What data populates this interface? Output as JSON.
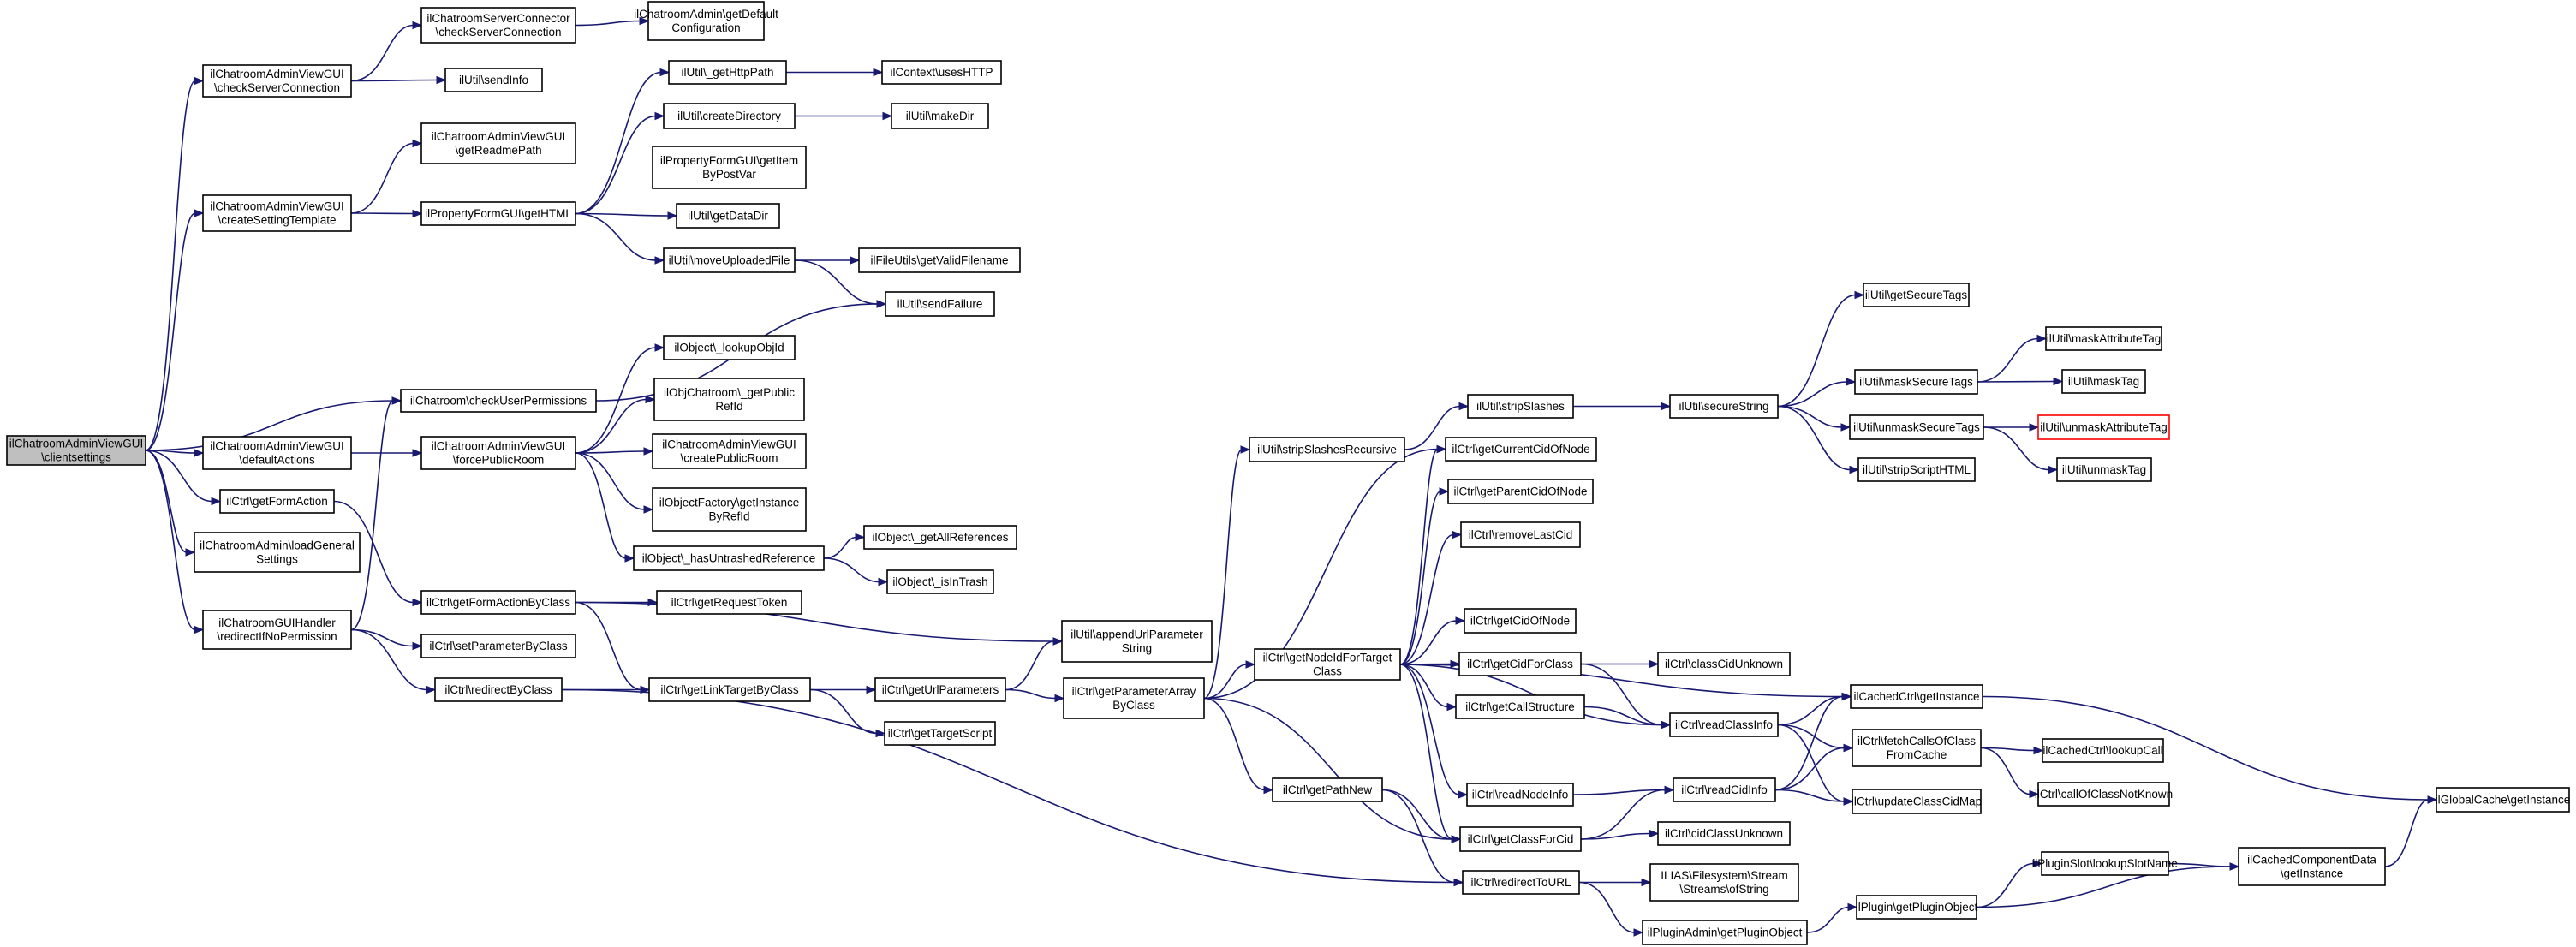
{
  "diagram": {
    "nodes": [
      {
        "id": "root",
        "lines": [
          "ilChatroomAdminViewGUI",
          "\\clientsettings"
        ],
        "style": "root"
      },
      {
        "id": "n_checkServerConnection",
        "lines": [
          "ilChatroomAdminViewGUI",
          "\\checkServerConnection"
        ]
      },
      {
        "id": "n_serverConnector",
        "lines": [
          "ilChatroomServerConnector",
          "\\checkServerConnection"
        ]
      },
      {
        "id": "n_getDefaultConfiguration",
        "lines": [
          "ilChatroomAdmin\\getDefault",
          "Configuration"
        ]
      },
      {
        "id": "n_sendInfo",
        "lines": [
          "ilUtil\\sendInfo"
        ]
      },
      {
        "id": "n_getHttpPath",
        "lines": [
          "ilUtil\\_getHttpPath"
        ]
      },
      {
        "id": "n_usesHTTP",
        "lines": [
          "ilContext\\usesHTTP"
        ]
      },
      {
        "id": "n_getReadmePath",
        "lines": [
          "ilChatroomAdminViewGUI",
          "\\getReadmePath"
        ]
      },
      {
        "id": "n_createDirectory",
        "lines": [
          "ilUtil\\createDirectory"
        ]
      },
      {
        "id": "n_makeDir",
        "lines": [
          "ilUtil\\makeDir"
        ]
      },
      {
        "id": "n_getItemByPostVar",
        "lines": [
          "ilPropertyFormGUI\\getItem",
          "ByPostVar"
        ]
      },
      {
        "id": "n_createSettingTemplate",
        "lines": [
          "ilChatroomAdminViewGUI",
          "\\createSettingTemplate"
        ]
      },
      {
        "id": "n_getHTML",
        "lines": [
          "ilPropertyFormGUI\\getHTML"
        ]
      },
      {
        "id": "n_getDataDir",
        "lines": [
          "ilUtil\\getDataDir"
        ]
      },
      {
        "id": "n_moveUploadedFile",
        "lines": [
          "ilUtil\\moveUploadedFile"
        ]
      },
      {
        "id": "n_getValidFilename",
        "lines": [
          "ilFileUtils\\getValidFilename"
        ]
      },
      {
        "id": "n_sendFailure",
        "lines": [
          "ilUtil\\sendFailure"
        ]
      },
      {
        "id": "n_lookupObjId",
        "lines": [
          "ilObject\\_lookupObjId"
        ]
      },
      {
        "id": "n_checkUserPermissions",
        "lines": [
          "ilChatroom\\checkUserPermissions"
        ]
      },
      {
        "id": "n_getPublicRefId",
        "lines": [
          "ilObjChatroom\\_getPublic",
          "RefId"
        ]
      },
      {
        "id": "n_defaultActions",
        "lines": [
          "ilChatroomAdminViewGUI",
          "\\defaultActions"
        ]
      },
      {
        "id": "n_forcePublicRoom",
        "lines": [
          "ilChatroomAdminViewGUI",
          "\\forcePublicRoom"
        ]
      },
      {
        "id": "n_createPublicRoom",
        "lines": [
          "ilChatroomAdminViewGUI",
          "\\createPublicRoom"
        ]
      },
      {
        "id": "n_getFormAction",
        "lines": [
          "ilCtrl\\getFormAction"
        ]
      },
      {
        "id": "n_getInstanceByRefId",
        "lines": [
          "ilObjectFactory\\getInstance",
          "ByRefId"
        ]
      },
      {
        "id": "n_loadGeneralSettings",
        "lines": [
          "ilChatroomAdmin\\loadGeneral",
          "Settings"
        ]
      },
      {
        "id": "n_getAllReferences",
        "lines": [
          "ilObject\\_getAllReferences"
        ]
      },
      {
        "id": "n_hasUntrashedReference",
        "lines": [
          "ilObject\\_hasUntrashedReference"
        ]
      },
      {
        "id": "n_isInTrash",
        "lines": [
          "ilObject\\_isInTrash"
        ]
      },
      {
        "id": "n_getFormActionByClass",
        "lines": [
          "ilCtrl\\getFormActionByClass"
        ]
      },
      {
        "id": "n_getRequestToken",
        "lines": [
          "ilCtrl\\getRequestToken"
        ]
      },
      {
        "id": "n_redirectIfNoPermission",
        "lines": [
          "ilChatroomGUIHandler",
          "\\redirectIfNoPermission"
        ]
      },
      {
        "id": "n_setParameterByClass",
        "lines": [
          "ilCtrl\\setParameterByClass"
        ]
      },
      {
        "id": "n_appendUrlParameterString",
        "lines": [
          "ilUtil\\appendUrlParameter",
          "String"
        ]
      },
      {
        "id": "n_redirectByClass",
        "lines": [
          "ilCtrl\\redirectByClass"
        ]
      },
      {
        "id": "n_getLinkTargetByClass",
        "lines": [
          "ilCtrl\\getLinkTargetByClass"
        ]
      },
      {
        "id": "n_getUrlParameters",
        "lines": [
          "ilCtrl\\getUrlParameters"
        ]
      },
      {
        "id": "n_getParameterArrayByClass",
        "lines": [
          "ilCtrl\\getParameterArray",
          "ByClass"
        ]
      },
      {
        "id": "n_getTargetScript",
        "lines": [
          "ilCtrl\\getTargetScript"
        ]
      },
      {
        "id": "n_stripSlashesRecursive",
        "lines": [
          "ilUtil\\stripSlashesRecursive"
        ]
      },
      {
        "id": "n_stripSlashes",
        "lines": [
          "ilUtil\\stripSlashes"
        ]
      },
      {
        "id": "n_secureString",
        "lines": [
          "ilUtil\\secureString"
        ]
      },
      {
        "id": "n_getSecureTags",
        "lines": [
          "ilUtil\\getSecureTags"
        ]
      },
      {
        "id": "n_maskSecureTags",
        "lines": [
          "ilUtil\\maskSecureTags"
        ]
      },
      {
        "id": "n_maskAttributeTag",
        "lines": [
          "ilUtil\\maskAttributeTag"
        ]
      },
      {
        "id": "n_maskTag",
        "lines": [
          "ilUtil\\maskTag"
        ]
      },
      {
        "id": "n_unmaskSecureTags",
        "lines": [
          "ilUtil\\unmaskSecureTags"
        ]
      },
      {
        "id": "n_unmaskAttributeTag",
        "lines": [
          "ilUtil\\unmaskAttributeTag"
        ],
        "style": "red"
      },
      {
        "id": "n_unmaskTag",
        "lines": [
          "ilUtil\\unmaskTag"
        ]
      },
      {
        "id": "n_stripScriptHTML",
        "lines": [
          "ilUtil\\stripScriptHTML"
        ]
      },
      {
        "id": "n_getCurrentCidOfNode",
        "lines": [
          "ilCtrl\\getCurrentCidOfNode"
        ]
      },
      {
        "id": "n_getParentCidOfNode",
        "lines": [
          "ilCtrl\\getParentCidOfNode"
        ]
      },
      {
        "id": "n_removeLastCid",
        "lines": [
          "ilCtrl\\removeLastCid"
        ]
      },
      {
        "id": "n_getNodeIdForTargetClass",
        "lines": [
          "ilCtrl\\getNodeIdForTarget",
          "Class"
        ]
      },
      {
        "id": "n_getCidOfNode",
        "lines": [
          "ilCtrl\\getCidOfNode"
        ]
      },
      {
        "id": "n_getCidForClass",
        "lines": [
          "ilCtrl\\getCidForClass"
        ]
      },
      {
        "id": "n_classCidUnknown",
        "lines": [
          "ilCtrl\\classCidUnknown"
        ]
      },
      {
        "id": "n_getCallStructure",
        "lines": [
          "ilCtrl\\getCallStructure"
        ]
      },
      {
        "id": "n_readClassInfo",
        "lines": [
          "ilCtrl\\readClassInfo"
        ]
      },
      {
        "id": "n_cachedCtrlGetInstance",
        "lines": [
          "ilCachedCtrl\\getInstance"
        ]
      },
      {
        "id": "n_fetchCallsOfClassFromCache",
        "lines": [
          "ilCtrl\\fetchCallsOfClass",
          "FromCache"
        ]
      },
      {
        "id": "n_lookupCall",
        "lines": [
          "ilCachedCtrl\\lookupCall"
        ]
      },
      {
        "id": "n_callOfClassNotKnown",
        "lines": [
          "ilCtrl\\callOfClassNotKnown"
        ]
      },
      {
        "id": "n_readNodeInfo",
        "lines": [
          "ilCtrl\\readNodeInfo"
        ]
      },
      {
        "id": "n_readCidInfo",
        "lines": [
          "ilCtrl\\readCidInfo"
        ]
      },
      {
        "id": "n_updateClassCidMap",
        "lines": [
          "ilCtrl\\updateClassCidMap"
        ]
      },
      {
        "id": "n_getPathNew",
        "lines": [
          "ilCtrl\\getPathNew"
        ]
      },
      {
        "id": "n_getClassForCid",
        "lines": [
          "ilCtrl\\getClassForCid"
        ]
      },
      {
        "id": "n_cidClassUnknown",
        "lines": [
          "ilCtrl\\cidClassUnknown"
        ]
      },
      {
        "id": "n_globalCacheGetInstance",
        "lines": [
          "ilGlobalCache\\getInstance"
        ]
      },
      {
        "id": "n_redirectToURL",
        "lines": [
          "ilCtrl\\redirectToURL"
        ]
      },
      {
        "id": "n_streamsOfString",
        "lines": [
          "ILIAS\\Filesystem\\Stream",
          "\\Streams\\ofString"
        ]
      },
      {
        "id": "n_lookupSlotName",
        "lines": [
          "ilPluginSlot\\lookupSlotName"
        ]
      },
      {
        "id": "n_cachedComponentData",
        "lines": [
          "ilCachedComponentData",
          "\\getInstance"
        ]
      },
      {
        "id": "n_getPluginObject",
        "lines": [
          "ilPlugin\\getPluginObject"
        ]
      },
      {
        "id": "n_pluginAdminGetPluginObject",
        "lines": [
          "ilPluginAdmin\\getPluginObject"
        ]
      }
    ],
    "edges": [
      [
        "root",
        "n_checkServerConnection"
      ],
      [
        "root",
        "n_createSettingTemplate"
      ],
      [
        "root",
        "n_checkUserPermissions"
      ],
      [
        "root",
        "n_defaultActions"
      ],
      [
        "root",
        "n_getFormAction"
      ],
      [
        "root",
        "n_loadGeneralSettings"
      ],
      [
        "root",
        "n_redirectIfNoPermission"
      ],
      [
        "n_checkServerConnection",
        "n_serverConnector"
      ],
      [
        "n_checkServerConnection",
        "n_sendInfo"
      ],
      [
        "n_serverConnector",
        "n_getDefaultConfiguration"
      ],
      [
        "n_createSettingTemplate",
        "n_getReadmePath"
      ],
      [
        "n_createSettingTemplate",
        "n_getHTML"
      ],
      [
        "n_getHTML",
        "n_getHttpPath"
      ],
      [
        "n_getHTML",
        "n_createDirectory"
      ],
      [
        "n_getHTML",
        "n_getDataDir"
      ],
      [
        "n_getHTML",
        "n_moveUploadedFile"
      ],
      [
        "n_getHttpPath",
        "n_usesHTTP"
      ],
      [
        "n_createDirectory",
        "n_makeDir"
      ],
      [
        "n_moveUploadedFile",
        "n_getValidFilename"
      ],
      [
        "n_moveUploadedFile",
        "n_sendFailure"
      ],
      [
        "n_checkUserPermissions",
        "n_sendFailure"
      ],
      [
        "n_defaultActions",
        "n_forcePublicRoom"
      ],
      [
        "n_forcePublicRoom",
        "n_lookupObjId"
      ],
      [
        "n_forcePublicRoom",
        "n_getPublicRefId"
      ],
      [
        "n_forcePublicRoom",
        "n_createPublicRoom"
      ],
      [
        "n_forcePublicRoom",
        "n_getInstanceByRefId"
      ],
      [
        "n_forcePublicRoom",
        "n_hasUntrashedReference"
      ],
      [
        "n_hasUntrashedReference",
        "n_getAllReferences"
      ],
      [
        "n_hasUntrashedReference",
        "n_isInTrash"
      ],
      [
        "n_getFormAction",
        "n_getFormActionByClass"
      ],
      [
        "n_getFormActionByClass",
        "n_getRequestToken"
      ],
      [
        "n_getFormActionByClass",
        "n_appendUrlParameterString"
      ],
      [
        "n_getFormActionByClass",
        "n_getLinkTargetByClass"
      ],
      [
        "n_redirectIfNoPermission",
        "n_checkUserPermissions"
      ],
      [
        "n_redirectIfNoPermission",
        "n_setParameterByClass"
      ],
      [
        "n_redirectIfNoPermission",
        "n_redirectByClass"
      ],
      [
        "n_redirectByClass",
        "n_getLinkTargetByClass"
      ],
      [
        "n_redirectByClass",
        "n_redirectToURL"
      ],
      [
        "n_getLinkTargetByClass",
        "n_getUrlParameters"
      ],
      [
        "n_getLinkTargetByClass",
        "n_getTargetScript"
      ],
      [
        "n_getUrlParameters",
        "n_appendUrlParameterString"
      ],
      [
        "n_getUrlParameters",
        "n_getParameterArrayByClass"
      ],
      [
        "n_getParameterArrayByClass",
        "n_stripSlashesRecursive"
      ],
      [
        "n_getParameterArrayByClass",
        "n_getCurrentCidOfNode"
      ],
      [
        "n_getParameterArrayByClass",
        "n_getNodeIdForTargetClass"
      ],
      [
        "n_getParameterArrayByClass",
        "n_getPathNew"
      ],
      [
        "n_getParameterArrayByClass",
        "n_getClassForCid"
      ],
      [
        "n_stripSlashesRecursive",
        "n_stripSlashes"
      ],
      [
        "n_stripSlashes",
        "n_secureString"
      ],
      [
        "n_secureString",
        "n_getSecureTags"
      ],
      [
        "n_secureString",
        "n_maskSecureTags"
      ],
      [
        "n_secureString",
        "n_unmaskSecureTags"
      ],
      [
        "n_secureString",
        "n_stripScriptHTML"
      ],
      [
        "n_maskSecureTags",
        "n_maskAttributeTag"
      ],
      [
        "n_maskSecureTags",
        "n_maskTag"
      ],
      [
        "n_unmaskSecureTags",
        "n_unmaskAttributeTag"
      ],
      [
        "n_unmaskSecureTags",
        "n_unmaskTag"
      ],
      [
        "n_getNodeIdForTargetClass",
        "n_getCurrentCidOfNode"
      ],
      [
        "n_getNodeIdForTargetClass",
        "n_getParentCidOfNode"
      ],
      [
        "n_getNodeIdForTargetClass",
        "n_removeLastCid"
      ],
      [
        "n_getNodeIdForTargetClass",
        "n_getCidOfNode"
      ],
      [
        "n_getNodeIdForTargetClass",
        "n_getCidForClass"
      ],
      [
        "n_getNodeIdForTargetClass",
        "n_getCallStructure"
      ],
      [
        "n_getNodeIdForTargetClass",
        "n_readClassInfo"
      ],
      [
        "n_getNodeIdForTargetClass",
        "n_cachedCtrlGetInstance"
      ],
      [
        "n_getNodeIdForTargetClass",
        "n_readNodeInfo"
      ],
      [
        "n_getNodeIdForTargetClass",
        "n_getClassForCid"
      ],
      [
        "n_getCidForClass",
        "n_classCidUnknown"
      ],
      [
        "n_getCidForClass",
        "n_readClassInfo"
      ],
      [
        "n_getCallStructure",
        "n_readClassInfo"
      ],
      [
        "n_readClassInfo",
        "n_cachedCtrlGetInstance"
      ],
      [
        "n_readClassInfo",
        "n_fetchCallsOfClassFromCache"
      ],
      [
        "n_readClassInfo",
        "n_updateClassCidMap"
      ],
      [
        "n_cachedCtrlGetInstance",
        "n_globalCacheGetInstance"
      ],
      [
        "n_fetchCallsOfClassFromCache",
        "n_lookupCall"
      ],
      [
        "n_fetchCallsOfClassFromCache",
        "n_callOfClassNotKnown"
      ],
      [
        "n_readNodeInfo",
        "n_readCidInfo"
      ],
      [
        "n_readCidInfo",
        "n_cachedCtrlGetInstance"
      ],
      [
        "n_readCidInfo",
        "n_fetchCallsOfClassFromCache"
      ],
      [
        "n_readCidInfo",
        "n_updateClassCidMap"
      ],
      [
        "n_getPathNew",
        "n_getClassForCid"
      ],
      [
        "n_getPathNew",
        "n_redirectToURL"
      ],
      [
        "n_getClassForCid",
        "n_readCidInfo"
      ],
      [
        "n_getClassForCid",
        "n_cidClassUnknown"
      ],
      [
        "n_redirectToURL",
        "n_streamsOfString"
      ],
      [
        "n_redirectToURL",
        "n_pluginAdminGetPluginObject"
      ],
      [
        "n_pluginAdminGetPluginObject",
        "n_getPluginObject"
      ],
      [
        "n_getPluginObject",
        "n_lookupSlotName"
      ],
      [
        "n_getPluginObject",
        "n_cachedComponentData"
      ],
      [
        "n_lookupSlotName",
        "n_cachedComponentData"
      ],
      [
        "n_cachedComponentData",
        "n_globalCacheGetInstance"
      ]
    ]
  }
}
